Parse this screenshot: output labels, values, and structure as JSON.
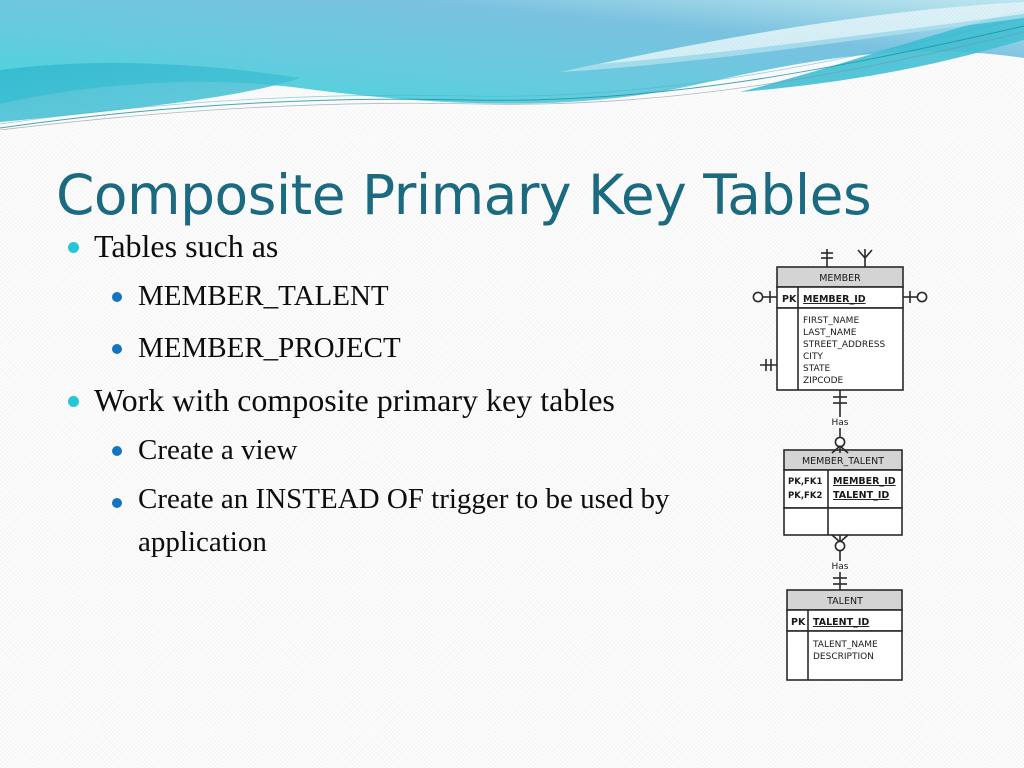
{
  "slide": {
    "title": "Composite Primary Key Tables",
    "title_color": "#1b6a80",
    "background_color": "#fdfdfd",
    "accent_bullet_color": "#25c6d6",
    "sub_bullet_color": "#1474bf"
  },
  "content": {
    "bullets": [
      {
        "level": 1,
        "text": "Tables such as",
        "children": [
          {
            "level": 2,
            "text": "MEMBER_TALENT"
          },
          {
            "level": 2,
            "text": "MEMBER_PROJECT"
          }
        ]
      },
      {
        "level": 1,
        "text": "Work with composite primary key tables",
        "children": [
          {
            "level": 2,
            "text": "Create a view"
          },
          {
            "level": 2,
            "text": "Create an INSTEAD OF trigger to be used by application"
          }
        ]
      }
    ]
  },
  "diagram": {
    "type": "entity-relationship",
    "notation": "crows-foot",
    "header_fill": "#d4d4d4",
    "entities": [
      {
        "name": "MEMBER",
        "key_rows": [
          {
            "key_label": "PK",
            "attribute": "MEMBER_ID"
          }
        ],
        "attributes": [
          "FIRST_NAME",
          "LAST_NAME",
          "STREET_ADDRESS",
          "CITY",
          "STATE",
          "ZIPCODE"
        ]
      },
      {
        "name": "MEMBER_TALENT",
        "key_rows": [
          {
            "key_label": "PK,FK1",
            "attribute": "MEMBER_ID"
          },
          {
            "key_label": "PK,FK2",
            "attribute": "TALENT_ID"
          }
        ],
        "attributes": []
      },
      {
        "name": "TALENT",
        "key_rows": [
          {
            "key_label": "PK",
            "attribute": "TALENT_ID"
          }
        ],
        "attributes": [
          "TALENT_NAME",
          "DESCRIPTION"
        ]
      }
    ],
    "relationships": [
      {
        "label": "Has",
        "from": "MEMBER",
        "to": "MEMBER_TALENT",
        "from_cardinality": "one-mandatory",
        "to_cardinality": "zero-or-many"
      },
      {
        "label": "Has",
        "from": "MEMBER_TALENT",
        "to": "TALENT",
        "from_cardinality": "zero-or-many",
        "to_cardinality": "one-mandatory"
      }
    ],
    "stub_connectors": [
      {
        "position": "top-left-of-member",
        "cardinality": "one-mandatory"
      },
      {
        "position": "top-right-of-member",
        "cardinality": "zero-or-many"
      },
      {
        "position": "left-pk-of-member",
        "cardinality": "zero-or-one"
      },
      {
        "position": "right-pk-of-member",
        "cardinality": "zero-or-one"
      },
      {
        "position": "left-lower-of-member",
        "cardinality": "one-mandatory"
      }
    ]
  }
}
